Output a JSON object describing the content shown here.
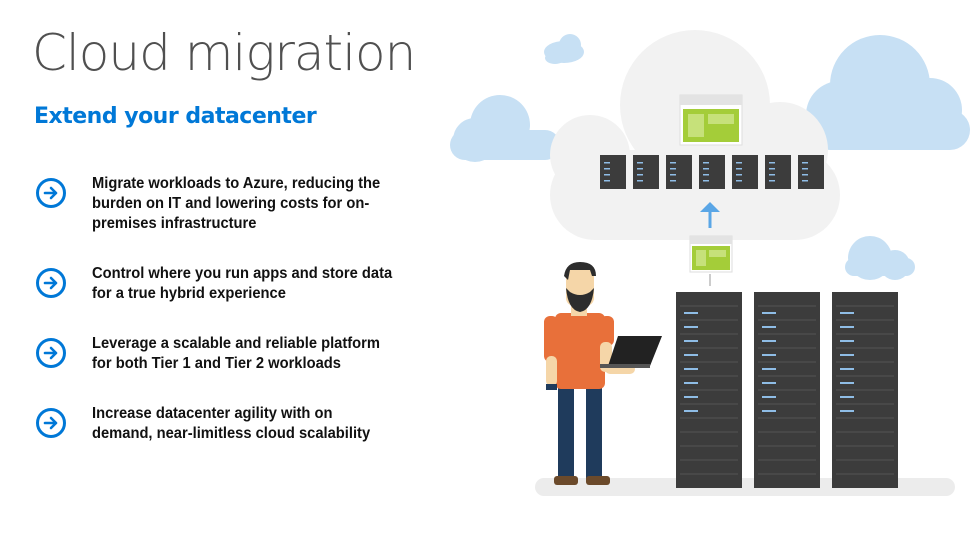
{
  "slide": {
    "title": "Cloud migration",
    "subtitle": "Extend your datacenter"
  },
  "bullets": [
    {
      "icon": "arrow-right-circle-icon",
      "text": "Migrate workloads to Azure, reducing the burden on IT and lowering costs for on-premises infrastructure"
    },
    {
      "icon": "arrow-right-circle-icon",
      "text": "Control where you run apps and store data for a true hybrid experience"
    },
    {
      "icon": "arrow-right-circle-icon",
      "text": "Leverage a scalable and reliable platform for both Tier 1 and Tier 2 workloads"
    },
    {
      "icon": "arrow-right-circle-icon",
      "text": "Increase datacenter agility with on demand, near-limitless cloud scalability"
    }
  ],
  "colors": {
    "accent": "#0078d7",
    "title": "#505050",
    "cloud_blue": "#c7e0f4",
    "cloud_gray": "#f2f2f2",
    "app_window_green": "#a4cd39",
    "server_dark": "#3c3c3c",
    "shirt_orange": "#e8703a",
    "pants_navy": "#1f3b5c"
  }
}
